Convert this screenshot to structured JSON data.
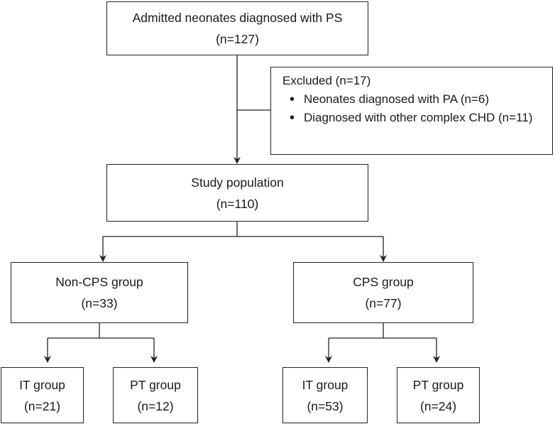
{
  "nodes": {
    "admitted": {
      "title": "Admitted neonates diagnosed with PS",
      "count": "(n=127)"
    },
    "excluded": {
      "title": "Excluded (n=17)",
      "items": [
        "Neonates diagnosed with PA (n=6)",
        "Diagnosed with other complex CHD (n=11)"
      ]
    },
    "study": {
      "title": "Study population",
      "count": "(n=110)"
    },
    "noncps": {
      "title": "Non-CPS group",
      "count": "(n=33)"
    },
    "cps": {
      "title": "CPS group",
      "count": "(n=77)"
    },
    "noncps_it": {
      "title": "IT group",
      "count": "(n=21)"
    },
    "noncps_pt": {
      "title": "PT group",
      "count": "(n=12)"
    },
    "cps_it": {
      "title": "IT group",
      "count": "(n=53)"
    },
    "cps_pt": {
      "title": "PT group",
      "count": "(n=24)"
    }
  },
  "colors": {
    "line": "#222222",
    "box_fill": "#ffffff"
  }
}
